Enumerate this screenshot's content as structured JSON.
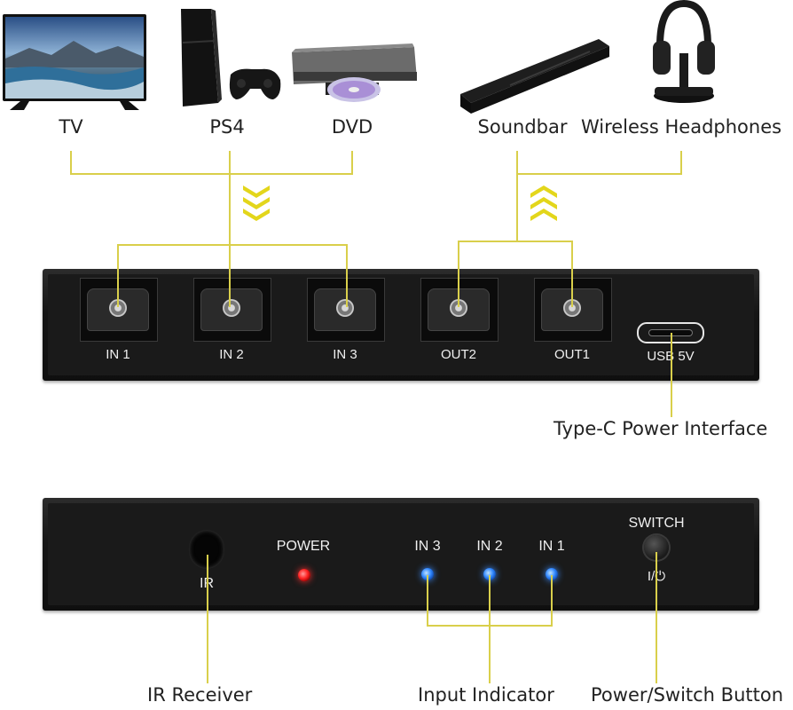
{
  "devices": {
    "tv": "TV",
    "ps4": "PS4",
    "dvd": "DVD",
    "soundbar": "Soundbar",
    "headphones": "Wireless Headphones"
  },
  "back_panel": {
    "ports": [
      {
        "label": "IN 1"
      },
      {
        "label": "IN 2"
      },
      {
        "label": "IN 3"
      },
      {
        "label": "OUT2"
      },
      {
        "label": "OUT1"
      }
    ],
    "usb_label": "USB 5V",
    "usb_callout": "Type-C Power Interface"
  },
  "front_panel": {
    "ir_label": "IR",
    "power_label": "POWER",
    "indicators": [
      {
        "label": "IN 3"
      },
      {
        "label": "IN 2"
      },
      {
        "label": "IN 1"
      }
    ],
    "switch_label": "SWITCH",
    "switch_symbol": "I/⏻"
  },
  "callouts": {
    "ir_receiver": "IR Receiver",
    "input_indicator": "Input Indicator",
    "power_switch": "Power/Switch Button"
  },
  "colors": {
    "connector_line": "#d9cf4b",
    "arrow": "#e3d61b",
    "led_power": "#ff2a2a",
    "led_input": "#2f86ff"
  }
}
